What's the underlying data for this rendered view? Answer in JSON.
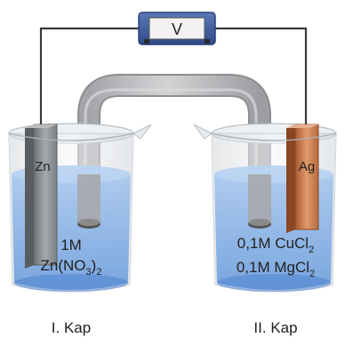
{
  "voltmeter": {
    "label": "V"
  },
  "left_cell": {
    "electrode": "Zn",
    "solution_line1": "1M",
    "solution_line2": {
      "a": "Zn(NO",
      "b": "3",
      "c": ")",
      "d": "2"
    },
    "caption": "I. Kap"
  },
  "right_cell": {
    "electrode": "Ag",
    "solution_line1": {
      "a": "0,1M CuCl",
      "b": "2"
    },
    "solution_line2": {
      "a": "0,1M MgCl",
      "b": "2"
    },
    "caption": "II. Kap"
  },
  "colors": {
    "zinc": "#8f9396",
    "silver": "#c97c4e",
    "solution": "#8fb7e6",
    "bridge": "#b9b9bb",
    "voltmeter_body": "#3f5c9c"
  }
}
